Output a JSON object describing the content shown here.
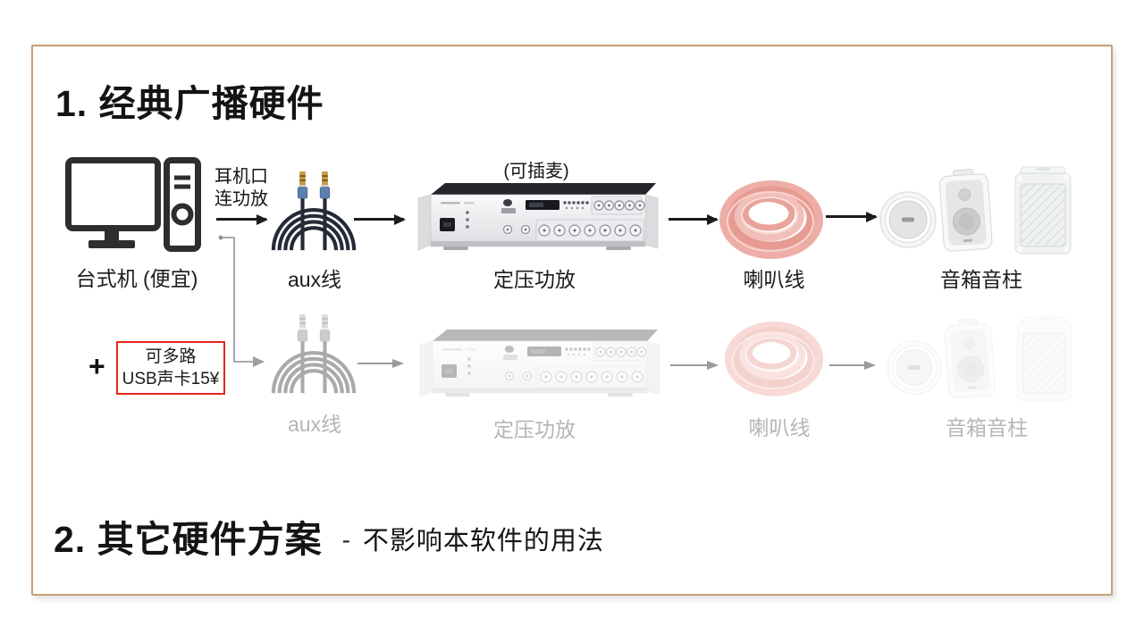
{
  "section1": {
    "title": "1. 经典广播硬件"
  },
  "flow_top": {
    "computer_label": "台式机 (便宜)",
    "headphone_note": {
      "line1": "耳机口",
      "line2": "连功放"
    },
    "mic_note": "(可插麦)",
    "aux_label": "aux线",
    "amp_label": "定压功放",
    "wire_label": "喇叭线",
    "speaker_label": "音箱音柱"
  },
  "flow_bottom": {
    "plus_sign": "+",
    "usb_soundcard_note": {
      "line1": "可多路",
      "line2": "USB声卡15¥"
    },
    "aux_label": "aux线",
    "amp_label": "定压功放",
    "wire_label": "喇叭线",
    "speaker_label": "音箱音柱"
  },
  "section2": {
    "title": "2. 其它硬件方案",
    "separator": "-",
    "subtitle": "不影响本软件的用法"
  },
  "icons": {
    "computer": "desktop-computer-icon",
    "aux_cable": "aux-cable-icon",
    "amplifier": "constant-voltage-amplifier-icon",
    "speaker_wire": "speaker-wire-coil-icon",
    "speakers": "ceiling-wall-column-speakers-icon",
    "connector": "elbow-connector-arrow-icon"
  },
  "colors": {
    "card_border": "#c9a078",
    "highlight_box_border": "#e52620",
    "arrow_black": "#1c1c1c",
    "arrow_gray": "#9b9b9b",
    "faded_label": "#b5b5b5",
    "wire_pink": "#e69b92",
    "aux_dark": "#242a36"
  }
}
